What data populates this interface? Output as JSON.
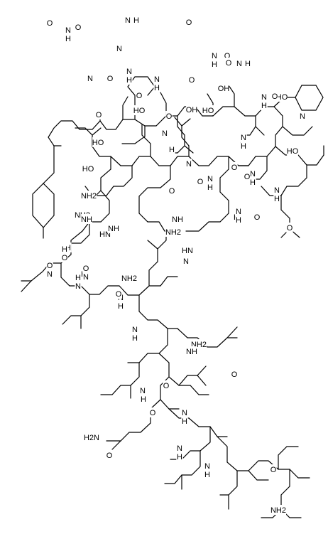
{
  "colors": {
    "ink": "#000000",
    "background": "#ffffff"
  },
  "atom_labels": [
    "O",
    "N",
    "H",
    "O",
    "N",
    "N",
    "H",
    "N",
    "O",
    "O",
    "N",
    "H",
    "N",
    "H",
    "HO",
    "O",
    "HO",
    "N",
    "H",
    "O",
    "O",
    "OH",
    "HO",
    "O",
    "OH",
    "O",
    "N",
    "H",
    "O",
    "HO",
    "N",
    "H",
    "O",
    "N",
    "H",
    "O",
    "N",
    "H",
    "O",
    "HO",
    "N",
    "N",
    "H",
    "N",
    "H",
    "O",
    "HN",
    "NH2",
    "NH",
    "O",
    "N",
    "H",
    "NH",
    "HO",
    "N",
    "NH",
    "NH2",
    "H",
    "N",
    "H",
    "O",
    "O",
    "NH2",
    "HN",
    "N",
    "H",
    "O",
    "N",
    "H",
    "O",
    "N",
    "H",
    "N",
    "H",
    "O",
    "NH2",
    "O",
    "N",
    "H",
    "NH2",
    "NH",
    "O",
    "N",
    "H",
    "N",
    "H",
    "O",
    "H2N",
    "O",
    "N",
    "H",
    "O",
    "N",
    "H",
    "O",
    "N",
    "H",
    "O",
    "NH2"
  ]
}
